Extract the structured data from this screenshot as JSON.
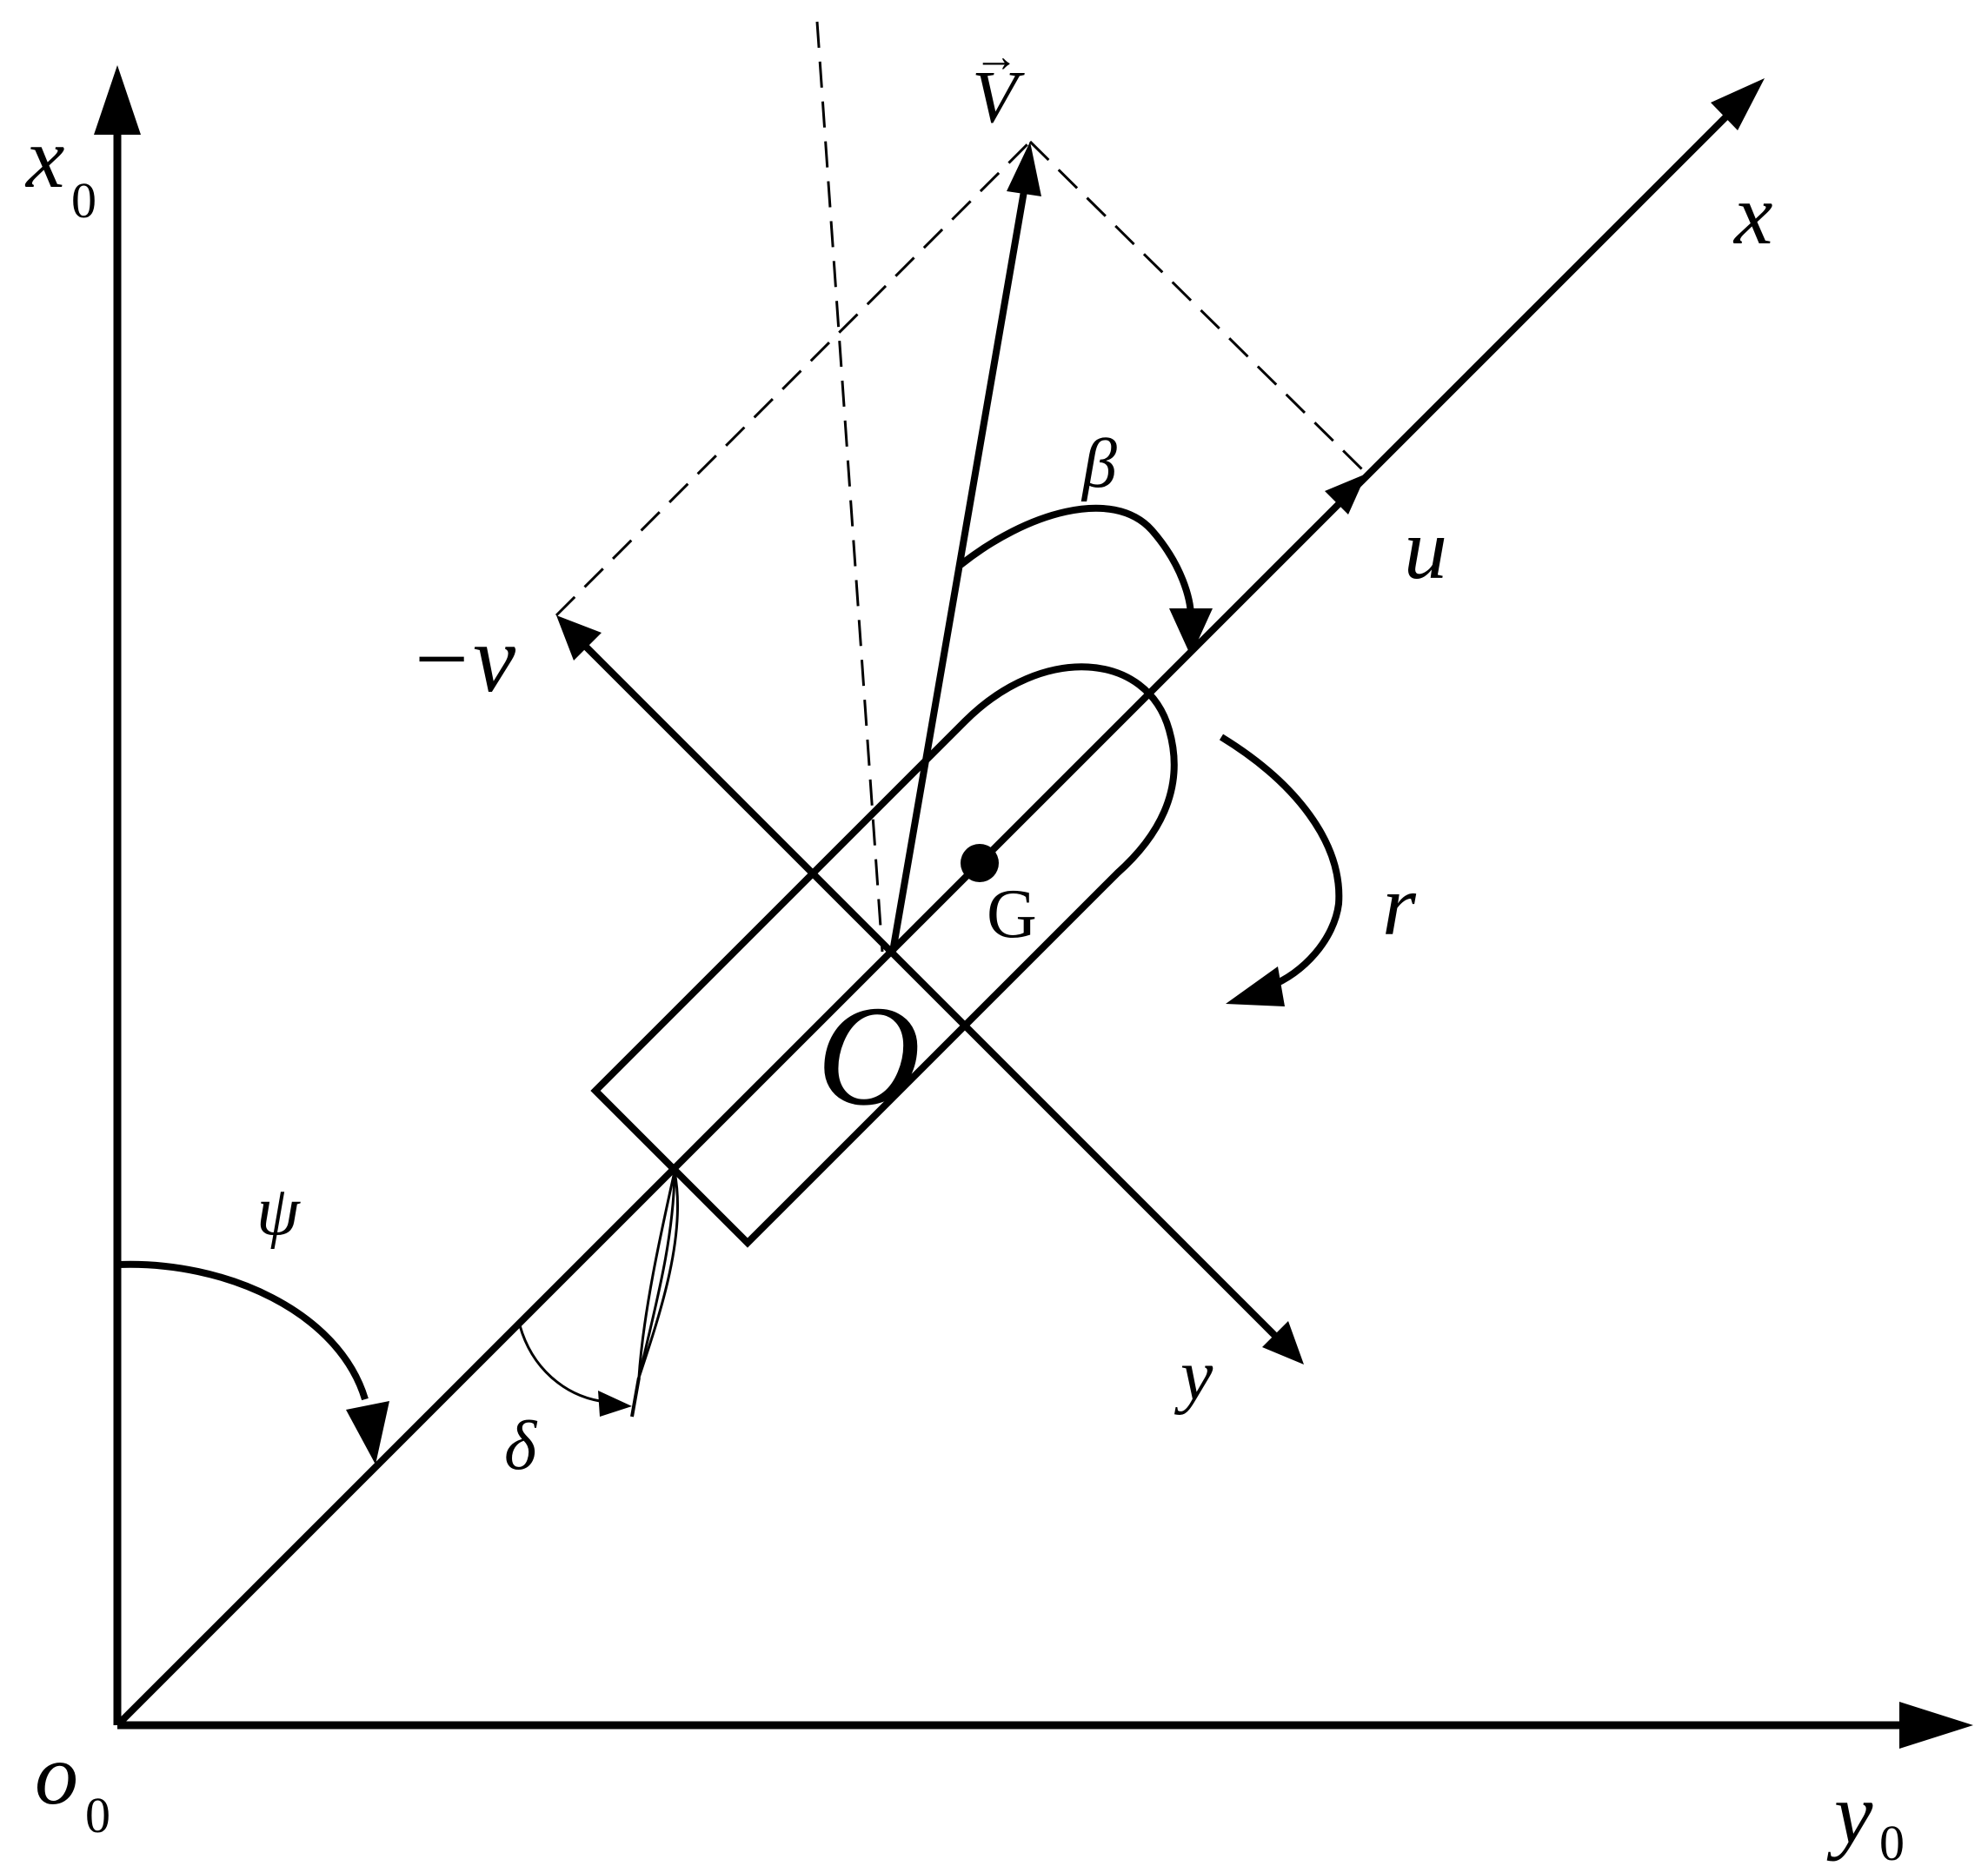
{
  "diagram": {
    "labels": {
      "x0": "x",
      "x0_sub": "0",
      "y0": "y",
      "y0_sub": "0",
      "o0": "o",
      "o0_sub": "0",
      "x_body": "x",
      "y_body": "y",
      "V": "V",
      "V_arrow": "→",
      "u": "u",
      "neg_v": "−v",
      "beta": "β",
      "r": "r",
      "G": "G",
      "O": "O",
      "psi": "ψ",
      "delta": "δ"
    },
    "colors": {
      "ink": "#000000",
      "background": "#ffffff"
    }
  }
}
